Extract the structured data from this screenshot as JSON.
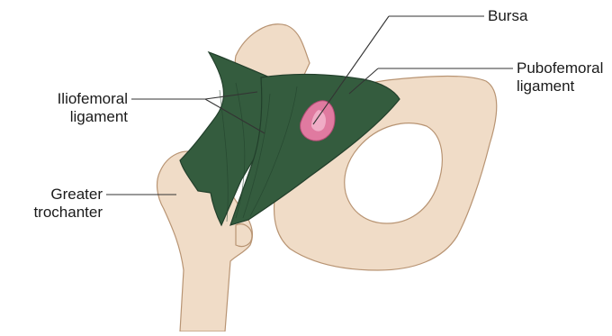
{
  "figure": {
    "labels": {
      "bursa": "Bursa",
      "pubofemoral": [
        "Pubofemoral",
        "ligament"
      ],
      "iliofemoral": [
        "Iliofemoral",
        "ligament"
      ],
      "greater_trochanter": [
        "Greater",
        "trochanter"
      ]
    },
    "colors": {
      "bone": "#f0dcc7",
      "bone_shadow": "#d9b998",
      "bone_outline": "#b89473",
      "ligament": "#345c3e",
      "ligament_dark": "#223f2b",
      "bursa": "#e07aa0",
      "bursa_highlight": "#f6c2d6",
      "leader_line": "#333333"
    }
  }
}
